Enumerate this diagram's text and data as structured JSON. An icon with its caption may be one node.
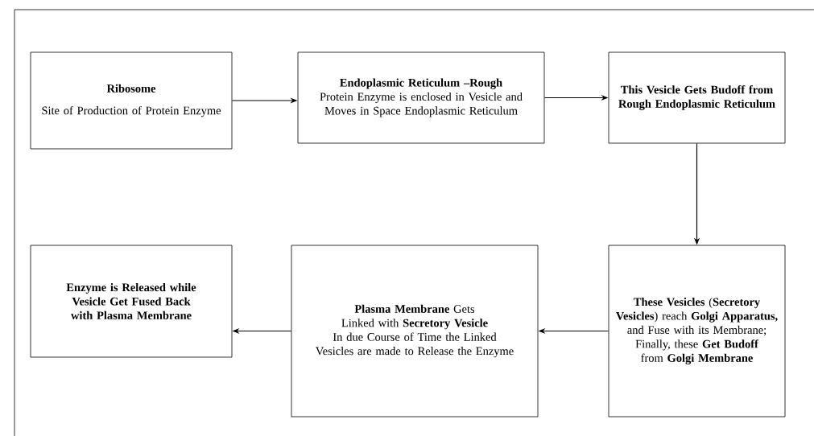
{
  "diagram": {
    "nodes": [
      {
        "text": [
          "Ribosome",
          "Site of Production of Protein Enzyme"
        ]
      },
      {
        "text": [
          "Endoplasmic Reticulum –Rough",
          "Protein Enzyme is enclosed in Vesicle and Moves in Space Endoplasmic Reticulum"
        ]
      },
      {
        "text": [
          "This Vesicle Gets Budoff from Rough Endoplasmic Reticulum"
        ]
      },
      {
        "text": [
          "Enzyme is Released while Vesicle Get Fused Back with Plasma Membrane"
        ]
      },
      {
        "text": [
          "**Plasma Membrane** Gets Linked with **Secretory Vesicle**",
          "In due Course of Time the Linked Vesicles are made to Release the Enzyme"
        ]
      },
      {
        "text": [
          "**These Vesicles** (**Secretory Vesicles**) reach **Golgi Apparatus,** and Fuse with its Membrane; Finally, these **Get Budoff** from **Golgi Membrane**"
        ]
      }
    ],
    "edges": [
      {
        "from": 0,
        "to": 1,
        "arrow": "to"
      },
      {
        "from": 1,
        "to": 2,
        "arrow": "to"
      },
      {
        "from": 2,
        "to": 5,
        "arrow": "to"
      },
      {
        "from": 5,
        "to": 4,
        "arrow": "to"
      },
      {
        "from": 4,
        "to": 3,
        "arrow": "to"
      }
    ]
  }
}
